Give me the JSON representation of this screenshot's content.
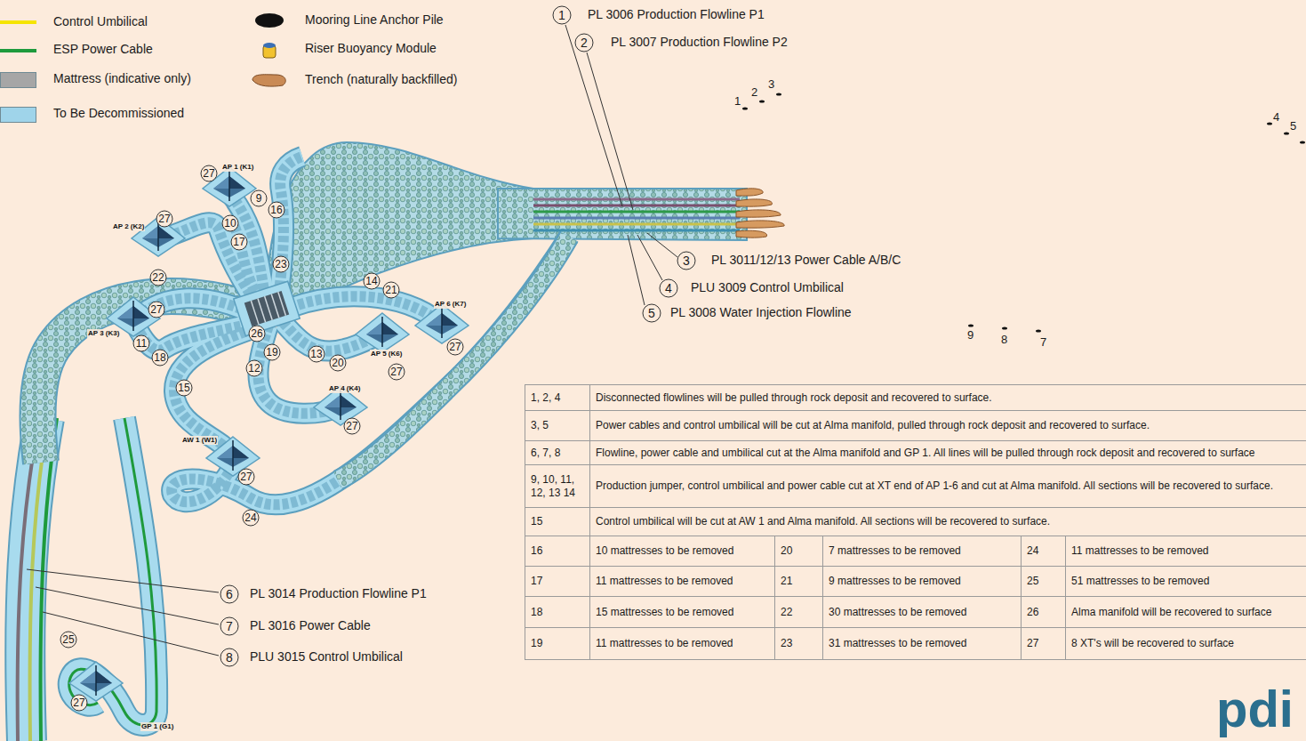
{
  "diagram": {
    "labels": [
      "1",
      "PL 3006 Production Flowline P1",
      "2",
      "PL 3007 Production Flowline P2",
      "1",
      "2",
      "3",
      "4",
      "5",
      "AP 1 (K1)",
      "27",
      "9",
      "16",
      "AP 2 (K2)",
      "27",
      "10",
      "17",
      "22",
      "23",
      "3",
      "PL 3011/12/13 Power Cable A/B/C",
      "14",
      "21",
      "4",
      "PLU 3009 Control Umbilical",
      "AP 6 (K7)",
      "AP 3 (K3)",
      "27",
      "26",
      "5",
      "PL 3008 Water Injection Flowline",
      "9",
      "8",
      "7",
      "11",
      "18",
      "27",
      "19",
      "13",
      "20",
      "AP 5 (K6)",
      "12",
      "27",
      "15",
      "AP 4 (K4)",
      "27",
      "AW 1 (W1)",
      "27",
      "24",
      "6",
      "PL 3014 Production Flowline P1",
      "7",
      "PL 3016 Power Cable",
      "25",
      "8",
      "PLU 3015 Control Umbilical",
      "27",
      "GP 1 (G1)",
      "pdi",
      "1, 2, 4",
      "Disconnected flowlines will be pulled through rock deposit and recovered to surface.",
      "3, 5",
      "Power cables and control umbilical will be cut at Alma manifold, pulled through rock deposit and recovered to surface.",
      "6, 7, 8",
      "Flowline, power cable and umbilical cut at the Alma manifold and GP 1. All lines will be pulled through rock deposit and recovered to surface",
      "9, 10, 11, 12, 13 14",
      "Production jumper, control umbilical and power cable cut at XT end of AP 1-6 and cut at Alma manifold. All sections will be recovered to surface.",
      "15",
      "Control umbilical will be cut at AW 1 and Alma manifold. All sections will be recovered to surface.",
      "16",
      "10 mattresses to be removed",
      "20",
      "7 mattresses to be removed",
      "24",
      "11 mattresses to be removed",
      "17",
      "11 mattresses to be removed",
      "21",
      "9 mattresses to be removed",
      "25",
      "51 mattresses to be removed",
      "18",
      "15 mattresses to be removed",
      "22",
      "30 mattresses to be removed",
      "26",
      "Alma manifold will be recovered to surface",
      "19",
      "11 mattresses to be removed",
      "23",
      "31 mattresses to be removed",
      "27",
      "8 XT's will be recovered to surface"
    ],
    "legend": [
      {
        "text": "Control Umbilical"
      },
      {
        "text": "ESP Power Cable"
      },
      {
        "text": "Mattress (indicative only)",
        "color": "#a6a6a6"
      },
      {
        "text": "To Be Decommissioned",
        "color": "#9fd4ea"
      },
      {
        "text": "Mooring Line Anchor Pile"
      },
      {
        "text": "Riser Buoyancy Module"
      },
      {
        "text": "Trench (naturally backfilled)"
      }
    ]
  }
}
